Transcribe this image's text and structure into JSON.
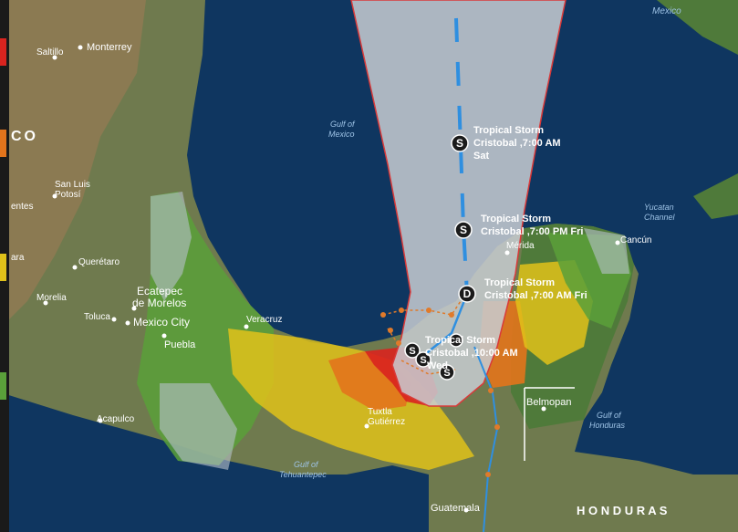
{
  "map": {
    "labels": {
      "monterrey": "Monterrey",
      "saltillo": "Saltillo",
      "mexico_partial": "CO",
      "san_luis_potosi_1": "San Luis",
      "san_luis_potosi_2": "Potosí",
      "entes": "entes",
      "queretaro": "Querétaro",
      "ara": "ara",
      "morelia": "Morelia",
      "ecatepec_1": "Ecatepec",
      "ecatepec_2": "de Morelos",
      "toluca": "Toluca",
      "mexico_city": "Mexico City",
      "puebla": "Puebla",
      "veracruz": "Veracruz",
      "acapulco": "Acapulco",
      "tuxtla_1": "Tuxtla",
      "tuxtla_2": "Gutiérrez",
      "merida": "Mérida",
      "cancun": "Cancún",
      "belmopan": "Belmopan",
      "guatemala": "Guatemala",
      "honduras": "H O N D U R A S",
      "mexico_top": "Mexico"
    },
    "water_labels": {
      "gulf_mexico_1": "Gulf of",
      "gulf_mexico_2": "Mexico",
      "yucatan_1": "Yucatan",
      "yucatan_2": "Channel",
      "gulf_honduras_1": "Gulf of",
      "gulf_honduras_2": "Honduras",
      "gulf_tehuantepec_1": "Gulf of",
      "gulf_tehuantepec_2": "Tehuantepec"
    },
    "storm_points": [
      {
        "symbol": "S",
        "line1": "Tropical Storm",
        "line2": "Cristobal ,7:00 AM",
        "line3": "Sat"
      },
      {
        "symbol": "S",
        "line1": "Tropical Storm",
        "line2": "Cristobal ,7:00 PM Fri",
        "line3": ""
      },
      {
        "symbol": "D",
        "line1": "Tropical Storm",
        "line2": "Cristobal ,7:00 AM Fri",
        "line3": ""
      },
      {
        "symbol": "",
        "line1": "Tropical Storm",
        "line2": "Cristobal ,10:00 AM",
        "line3": "Wed"
      }
    ],
    "extra_markers": [
      "S",
      "S",
      "S"
    ],
    "colors": {
      "cone": "#c8ccd2",
      "cone_edge": "#d93a3a",
      "track": "#2f8fe0",
      "past_track": "#e07a2a",
      "warning_red": "#d9241f",
      "warning_orange": "#e2741c",
      "warning_yellow": "#e0c21a",
      "warning_green": "#5aa03a",
      "land": "#6f7a4e",
      "water": "#0f3660"
    }
  }
}
